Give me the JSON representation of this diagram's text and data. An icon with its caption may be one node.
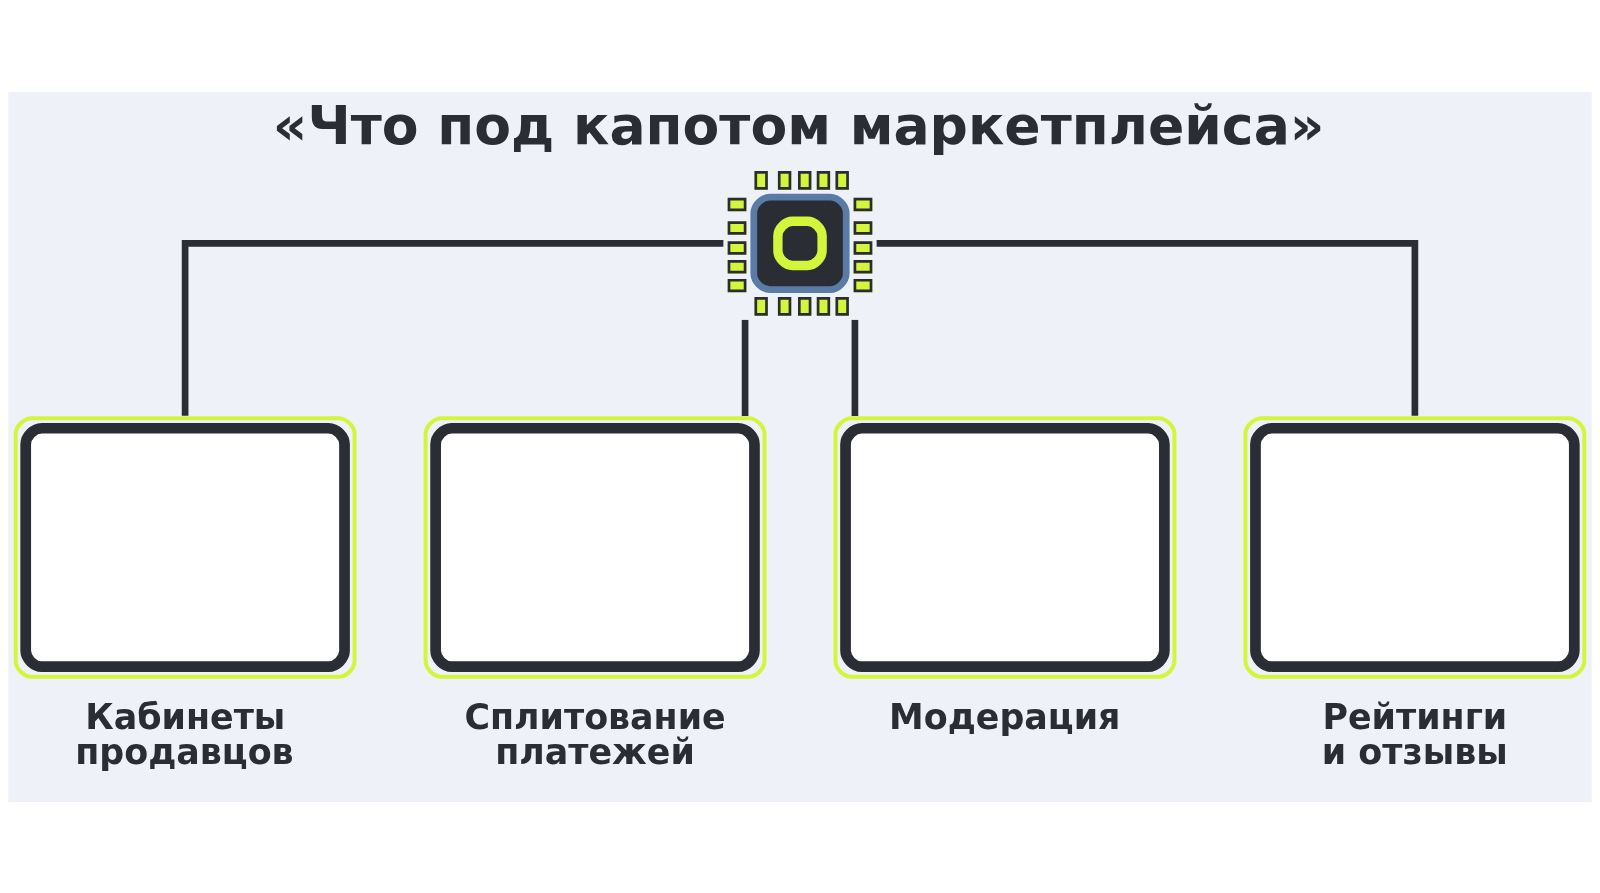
{
  "diagram": {
    "title": "«Что под капотом маркетплейса»",
    "nodes": [
      {
        "text": [],
        "shape": "picture"
      },
      {
        "text": [
          "Кабинеты продавцов"
        ]
      },
      {
        "text": [
          "Сплитование платежей"
        ]
      },
      {
        "text": [
          "Модерация"
        ]
      },
      {
        "text": [
          "Рейтинги и отзывы"
        ]
      }
    ],
    "edges": [
      {
        "from": 0,
        "to": 1,
        "arrow": "none"
      },
      {
        "from": 0,
        "to": 2,
        "arrow": "none"
      },
      {
        "from": 0,
        "to": 3,
        "arrow": "none"
      },
      {
        "from": 0,
        "to": 4,
        "arrow": "none"
      }
    ]
  }
}
